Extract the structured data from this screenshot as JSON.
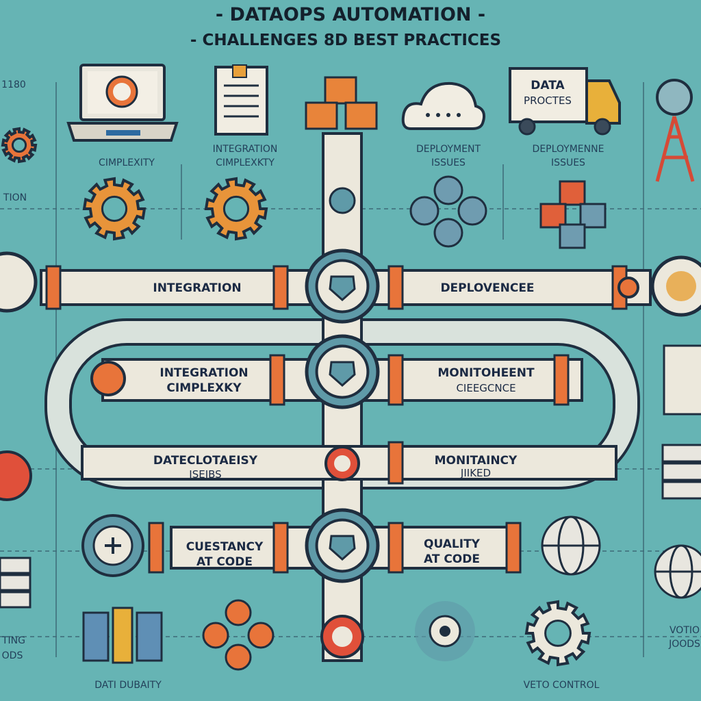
{
  "title": {
    "line1": "- DATAOPS AUTOMATION -",
    "line2": "- CHALLENGES 8D BEST PRACTICES"
  },
  "top_labels": {
    "laptop": "CIMPLEXITY",
    "doc_line1": "INTEGRATION",
    "doc_line2": "CIMPLEXKTY",
    "cloud_line1": "DEPLOYMENT",
    "cloud_line2": "ISSUES",
    "truck_line1": "DEPLOYMENNE",
    "truck_line2": "ISSUES",
    "truck_sign_line1": "DATA",
    "truck_sign_line2": "PROCTES",
    "left_edge": "TION",
    "left_top": "1180"
  },
  "pipeline": {
    "row1_left": "INTEGRATION",
    "row1_right": "DEPLOVENCEE",
    "row2_left_line1": "INTEGRATION",
    "row2_left_line2": "CIMPLEXKY",
    "row2_right_line1": "MONITOHEENT",
    "row2_right_line2": "CIEEGCNCE",
    "row3_left_line1": "DATECLOTAEISY",
    "row3_left_line2": "ISEIBS",
    "row3_right_line1": "MONITAINCY",
    "row3_right_line2": "JIIKED",
    "row4_left_line1": "CUESTANCY",
    "row4_left_line2": "AT CODE",
    "row4_right_line1": "QUALITY",
    "row4_right_line2": "AT CODE"
  },
  "bottom_labels": {
    "left_edge_line1": "TING",
    "left_edge_line2": "ODS",
    "data_quality": "DATI DUBAITY",
    "version_control": "VETO CONTROL",
    "right_edge_line1": "VOTIO",
    "right_edge_line2": "JOODS"
  },
  "colors": {
    "background": "#66b4b4",
    "pipe": "#ece8dc",
    "accent": "#e8743a",
    "outline": "#1f2e3f",
    "node": "#5f9aa8"
  }
}
